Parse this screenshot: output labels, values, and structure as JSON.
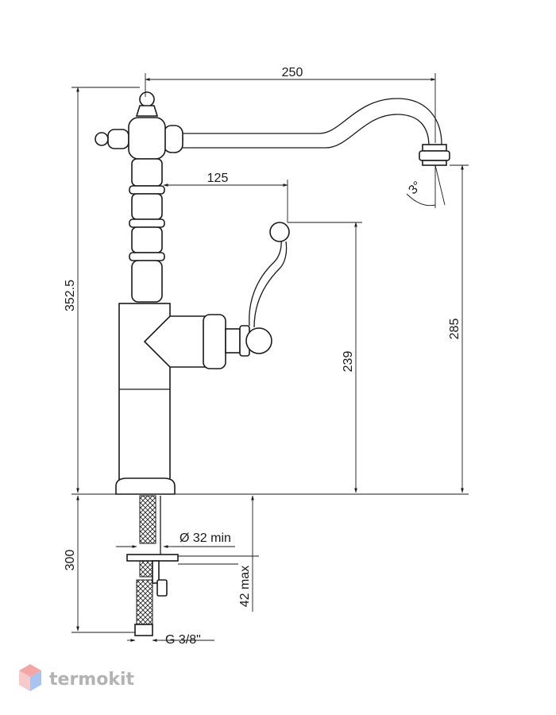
{
  "dimensions": {
    "spout_reach": "250",
    "handle_offset": "125",
    "total_height": "352.5",
    "outlet_height": "285",
    "handle_height": "239",
    "hose_length": "300",
    "hole_diameter": "Ø 32 min",
    "max_thickness": "42 max",
    "thread": "G 3/8\"",
    "angle": "3°"
  },
  "watermark": {
    "brand": "termokit"
  },
  "colors": {
    "line": "#1a1a1a",
    "watermark_gray": "#b3b3b3",
    "logo_red": "#f2a6a6",
    "logo_blue": "#a9c4ef"
  }
}
